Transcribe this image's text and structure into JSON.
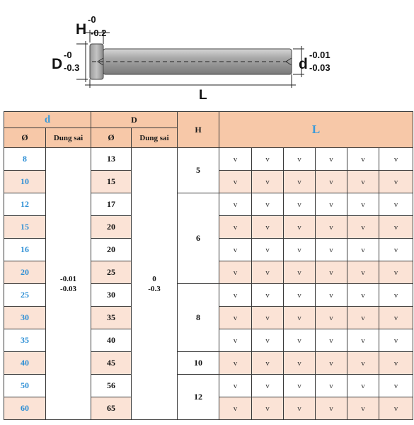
{
  "diagram": {
    "H_symbol": "H",
    "H_upper": "-0",
    "H_lower": "-0.2",
    "D_symbol": "D",
    "D_upper": "-0",
    "D_lower": "-0.3",
    "d_symbol": "d",
    "d_upper": "-0.01",
    "d_lower": "-0.03",
    "L_symbol": "L"
  },
  "table": {
    "header": {
      "d_group": "d",
      "D_group": "D",
      "H": "H",
      "L": "L",
      "diameter_symbol": "Ø",
      "tolerance_label": "Dung sai"
    },
    "d_tolerance": [
      "-0.01",
      "-0.03"
    ],
    "D_tolerance": [
      "0",
      "-0.3"
    ],
    "H_groups": [
      {
        "value": "5",
        "rows": 2
      },
      {
        "value": "6",
        "rows": 4
      },
      {
        "value": "8",
        "rows": 3
      },
      {
        "value": "10",
        "rows": 1
      },
      {
        "value": "12",
        "rows": 2
      }
    ],
    "rows": [
      {
        "d": "8",
        "D": "13",
        "L": [
          "v",
          "v",
          "v",
          "v",
          "v",
          "v"
        ]
      },
      {
        "d": "10",
        "D": "15",
        "L": [
          "v",
          "v",
          "v",
          "v",
          "v",
          "v"
        ]
      },
      {
        "d": "12",
        "D": "17",
        "L": [
          "v",
          "v",
          "v",
          "v",
          "v",
          "v"
        ]
      },
      {
        "d": "15",
        "D": "20",
        "L": [
          "v",
          "v",
          "v",
          "v",
          "v",
          "v"
        ]
      },
      {
        "d": "16",
        "D": "20",
        "L": [
          "v",
          "v",
          "v",
          "v",
          "v",
          "v"
        ]
      },
      {
        "d": "20",
        "D": "25",
        "L": [
          "v",
          "v",
          "v",
          "v",
          "v",
          "v"
        ]
      },
      {
        "d": "25",
        "D": "30",
        "L": [
          "v",
          "v",
          "v",
          "v",
          "v",
          "v"
        ]
      },
      {
        "d": "30",
        "D": "35",
        "L": [
          "v",
          "v",
          "v",
          "v",
          "v",
          "v"
        ]
      },
      {
        "d": "35",
        "D": "40",
        "L": [
          "v",
          "v",
          "v",
          "v",
          "v",
          "v"
        ]
      },
      {
        "d": "40",
        "D": "45",
        "L": [
          "v",
          "v",
          "v",
          "v",
          "v",
          "v"
        ]
      },
      {
        "d": "50",
        "D": "56",
        "L": [
          "v",
          "v",
          "v",
          "v",
          "v",
          "v"
        ]
      },
      {
        "d": "60",
        "D": "65",
        "L": [
          "v",
          "v",
          "v",
          "v",
          "v",
          "v"
        ]
      }
    ]
  },
  "colors": {
    "header_bg": "#f7c8a8",
    "row_alt_bg": "#fbe3d6",
    "accent_blue": "#2d8fd5"
  }
}
